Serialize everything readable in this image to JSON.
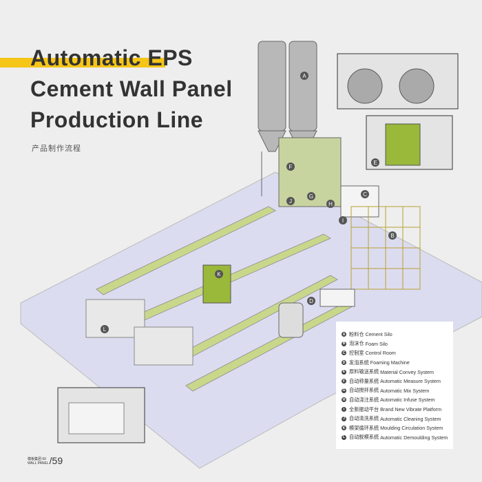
{
  "title": {
    "lines": [
      "Automatic EPS",
      "Cement Wall Panel",
      "Production Line"
    ],
    "subtitle": "产品制作流程"
  },
  "colors": {
    "accent": "#f5c518",
    "floor": "#dcdcf0",
    "frame": "#8a8a8a",
    "green": "#9ab83a"
  },
  "labels": [
    "A",
    "B",
    "C",
    "D",
    "E",
    "F",
    "G",
    "H",
    "I",
    "J",
    "K",
    "L"
  ],
  "legend": [
    {
      "letter": "A",
      "cn": "粉料仓",
      "en": "Cement Silo"
    },
    {
      "letter": "B",
      "cn": "泡沫仓",
      "en": "Foam Silo"
    },
    {
      "letter": "C",
      "cn": "控制室",
      "en": "Control Room"
    },
    {
      "letter": "D",
      "cn": "发泡系统",
      "en": "Foaming Machine"
    },
    {
      "letter": "E",
      "cn": "原料输送系统",
      "en": "Material Convey System"
    },
    {
      "letter": "F",
      "cn": "自动称量系统",
      "en": "Automatic Measure System"
    },
    {
      "letter": "G",
      "cn": "自动搅拌系统",
      "en": "Automatic Mix System"
    },
    {
      "letter": "H",
      "cn": "自动浇注系统",
      "en": "Automatic Infuse System"
    },
    {
      "letter": "I",
      "cn": "全新振动平台",
      "en": "Brand New Vibrate Platform"
    },
    {
      "letter": "J",
      "cn": "自动清洗系统",
      "en": "Automatic Cleaning System"
    },
    {
      "letter": "K",
      "cn": "模架循环系统",
      "en": "Moulding Circulation System"
    },
    {
      "letter": "L",
      "cn": "自动脱模系统",
      "en": "Automatic Demoulding System"
    }
  ],
  "footer": {
    "brand_cn": "模板集团",
    "page_left": "60",
    "brand_en": "WALL PANEL",
    "page_right": "/59"
  }
}
